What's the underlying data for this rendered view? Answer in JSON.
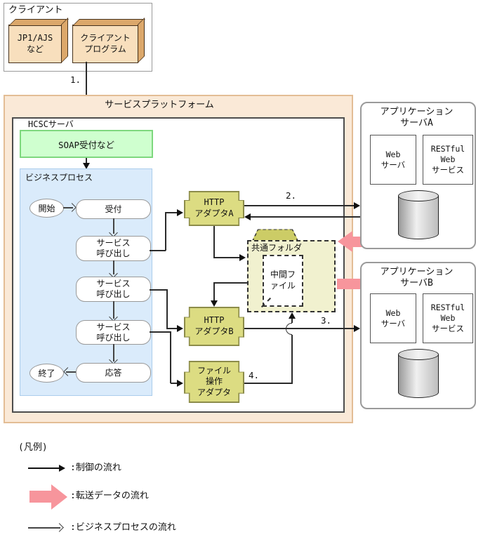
{
  "colors": {
    "platform_fill": "#FAE9D7",
    "platform_border": "#E3BD95",
    "hcsc_border": "#4D4D4D",
    "soap_fill": "#CFFFCF",
    "soap_border": "#7ED87E",
    "business_process_fill": "#DAEBFB",
    "business_process_border": "#ABCDEC",
    "adapter_fill": "#DCDC82",
    "adapter_border": "#8C8C4A",
    "folder_fill": "#F1F1CF",
    "folder_tab_fill": "#CCCC66",
    "client_box_front": "#F8DFBD",
    "client_box_side": "#DCA86B",
    "transfer_arrow_pink": "#F7959C",
    "control_line": "#2B2B2B"
  },
  "client": {
    "title": "クライアント",
    "jp1_box": "JP1/AJS\nなど",
    "program_box": "クライアント\nプログラム"
  },
  "platform": {
    "title": "サービスプラットフォーム",
    "hcsc_title": "HCSCサーバ",
    "soap_label": "SOAP受付など",
    "business_process": {
      "title": "ビジネスプロセス",
      "start": "開始",
      "receive": "受付",
      "service_call_1": "サービス\n呼び出し",
      "service_call_2": "サービス\n呼び出し",
      "service_call_3": "サービス\n呼び出し",
      "reply": "応答",
      "end": "終了"
    },
    "adapter_a": "HTTP\nアダプタA",
    "adapter_b": "HTTP\nアダプタB",
    "file_adapter": "ファイル\n操作\nアダプタ",
    "folder": {
      "title": "共通フォルダ",
      "file": "中間ファイル"
    }
  },
  "app_server_a": {
    "title": "アプリケーション\nサーバA",
    "web": "Web\nサーバ",
    "rest": "RESTful\nWeb\nサービス"
  },
  "app_server_b": {
    "title": "アプリケーション\nサーバB",
    "web": "Web\nサーバ",
    "rest": "RESTful\nWeb\nサービス"
  },
  "flow_labels": {
    "n1": "1.",
    "n2": "2.",
    "n3": "3.",
    "n4": "4."
  },
  "legend": {
    "title": "(凡例)",
    "control_flow": ":制御の流れ",
    "transfer_flow": ":転送データの流れ",
    "process_flow": ":ビジネスプロセスの流れ"
  }
}
